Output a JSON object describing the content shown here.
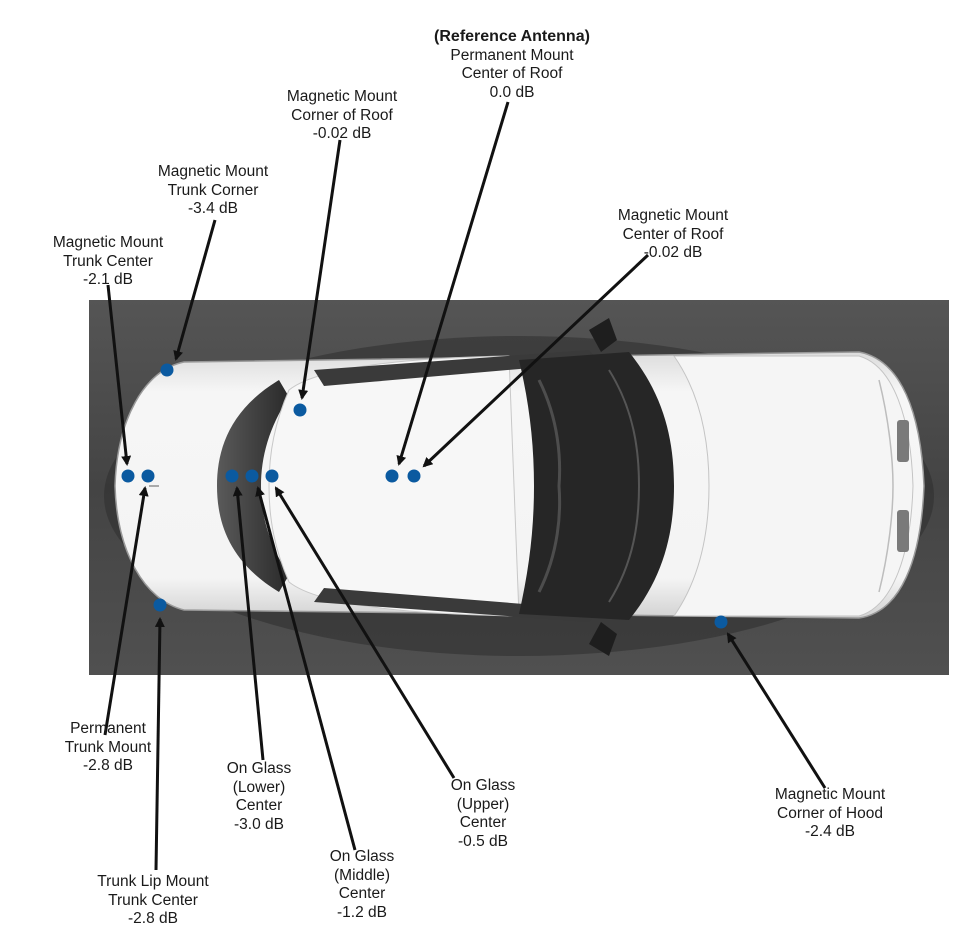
{
  "labels": {
    "reference": {
      "tag": "(Reference Antenna)",
      "line1": "Permanent Mount",
      "line2": "Center of Roof",
      "value": "0.0 dB"
    },
    "mag_corner_roof": {
      "line1": "Magnetic Mount",
      "line2": "Corner of Roof",
      "value": "-0.02 dB"
    },
    "mag_trunk_corner": {
      "line1": "Magnetic Mount",
      "line2": "Trunk Corner",
      "value": "-3.4 dB"
    },
    "mag_trunk_center": {
      "line1": "Magnetic Mount",
      "line2": "Trunk Center",
      "value": "-2.1 dB"
    },
    "mag_center_roof": {
      "line1": "Magnetic Mount",
      "line2": "Center of Roof",
      "value": "-0.02 dB"
    },
    "perm_trunk": {
      "line1": "Permanent",
      "line2": "Trunk Mount",
      "value": "-2.8 dB"
    },
    "glass_lower": {
      "line1": "On Glass",
      "line2": "(Lower)",
      "line3": "Center",
      "value": "-3.0 dB"
    },
    "glass_middle": {
      "line1": "On Glass",
      "line2": "(Middle)",
      "line3": "Center",
      "value": "-1.2 dB"
    },
    "glass_upper": {
      "line1": "On Glass",
      "line2": "(Upper)",
      "line3": "Center",
      "value": "-0.5 dB"
    },
    "mag_hood": {
      "line1": "Magnetic Mount",
      "line2": "Corner of Hood",
      "value": "-2.4 dB"
    },
    "trunk_lip": {
      "line1": "Trunk Lip Mount",
      "line2": "Trunk Center",
      "value": "-2.8 dB"
    }
  },
  "colors": {
    "marker": "#0b5aa0",
    "arrow": "#111111",
    "photo_background": "#4a4a4a",
    "car_body": "#f3f3f3"
  },
  "icons": {
    "marker": "antenna-position-dot",
    "pointer": "arrow"
  }
}
